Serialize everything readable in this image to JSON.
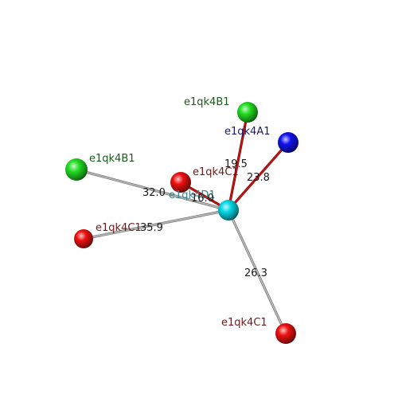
{
  "atoms": [
    {
      "id": "center",
      "label": "e1qk4D1",
      "color": "#00d8e8",
      "label_color": "#3a7f8a"
    },
    {
      "id": "b1_top",
      "label": "e1qk4B1",
      "color": "#22dd22",
      "label_color": "#1a5a1a"
    },
    {
      "id": "a1",
      "label": "e1qk4A1",
      "color": "#1111ee",
      "label_color": "#1a1a66"
    },
    {
      "id": "b1_left",
      "label": "e1qk4B1",
      "color": "#22dd22",
      "label_color": "#1a5a1a"
    },
    {
      "id": "c1_mid",
      "label": "e1qk4C1",
      "color": "#ee1111",
      "label_color": "#6a1a1a"
    },
    {
      "id": "c1_left",
      "label": "e1qk4C1",
      "color": "#ee1111",
      "label_color": "#6a1a1a"
    },
    {
      "id": "c1_bottom",
      "label": "e1qk4C1",
      "color": "#ee1111",
      "label_color": "#6a1a1a"
    }
  ],
  "bonds": [
    {
      "from": "center",
      "to": "b1_top",
      "distance": "19.5",
      "color": "#cc1111"
    },
    {
      "from": "center",
      "to": "a1",
      "distance": "23.8",
      "color": "#cc1111"
    },
    {
      "from": "center",
      "to": "c1_mid",
      "distance": "16.0",
      "color": "#cc1111"
    },
    {
      "from": "center",
      "to": "b1_left",
      "distance": "32.0",
      "color": "#bbbbbb"
    },
    {
      "from": "center",
      "to": "c1_left",
      "distance": "35.9",
      "color": "#bbbbbb"
    },
    {
      "from": "center",
      "to": "c1_bottom",
      "distance": "26.3",
      "color": "#bbbbbb"
    }
  ]
}
